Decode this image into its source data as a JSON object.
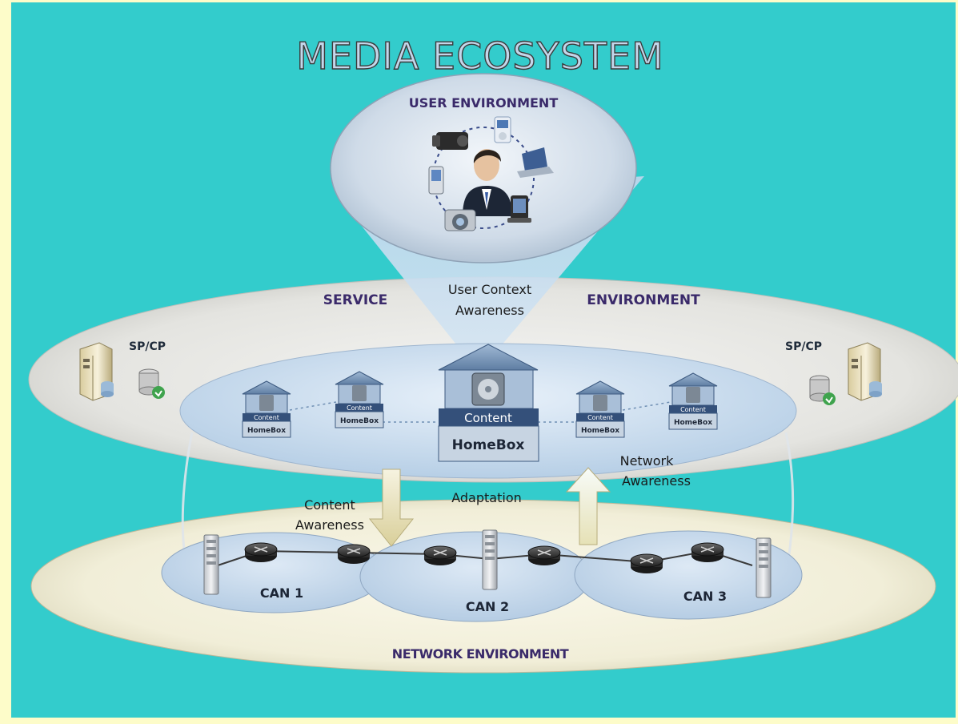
{
  "title": "MEDIA ECOSYSTEM",
  "user_environment": {
    "label": "USER ENVIRONMENT",
    "icons": [
      "person-icon",
      "camcorder-icon",
      "ipod-icon",
      "laptop-icon",
      "phone-icon",
      "camera-icon",
      "pda-icon"
    ]
  },
  "service_environment": {
    "label_left": "SERVICE",
    "label_right": "ENVIRONMENT",
    "sp_cp_left": "SP/CP",
    "sp_cp_right": "SP/CP",
    "homebox_label": "HomeBox",
    "content_label": "Content"
  },
  "awareness": {
    "user_context_line1": "User Context",
    "user_context_line2": "Awareness",
    "content_line1": "Content",
    "content_line2": "Awareness",
    "adaptation": "Adaptation",
    "network_line1": "Network",
    "network_line2": "Awareness"
  },
  "network_environment": {
    "label": "NETWORK ENVIRONMENT",
    "can_labels": [
      "CAN 1",
      "CAN 2",
      "CAN 3"
    ]
  },
  "colors": {
    "frame": "#fdfcc9",
    "background": "#33cccc",
    "title_fill": "#c3d6ea",
    "title_outline": "#3b3b3b",
    "label_purple": "#3a2a6a",
    "label_dark": "#1f2b3a"
  }
}
